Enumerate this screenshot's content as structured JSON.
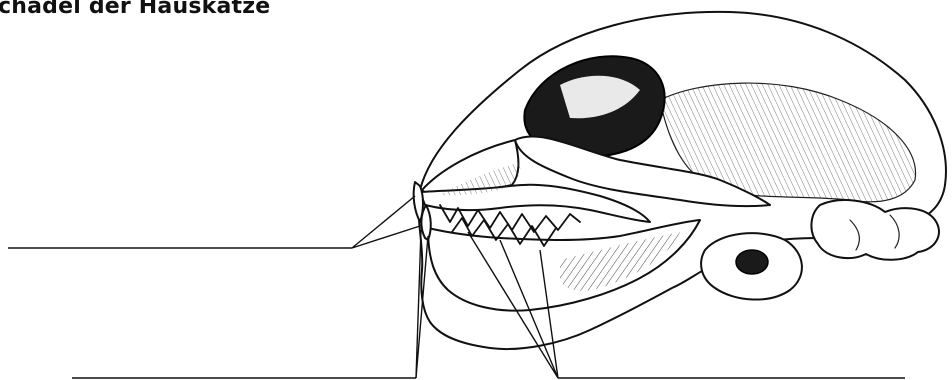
{
  "title": "chädel der Hauskatze",
  "label_lines": [
    {
      "id": "line-incisors-canine-upper"
    },
    {
      "id": "line-canine-lower"
    },
    {
      "id": "line-molars-premolars"
    }
  ]
}
